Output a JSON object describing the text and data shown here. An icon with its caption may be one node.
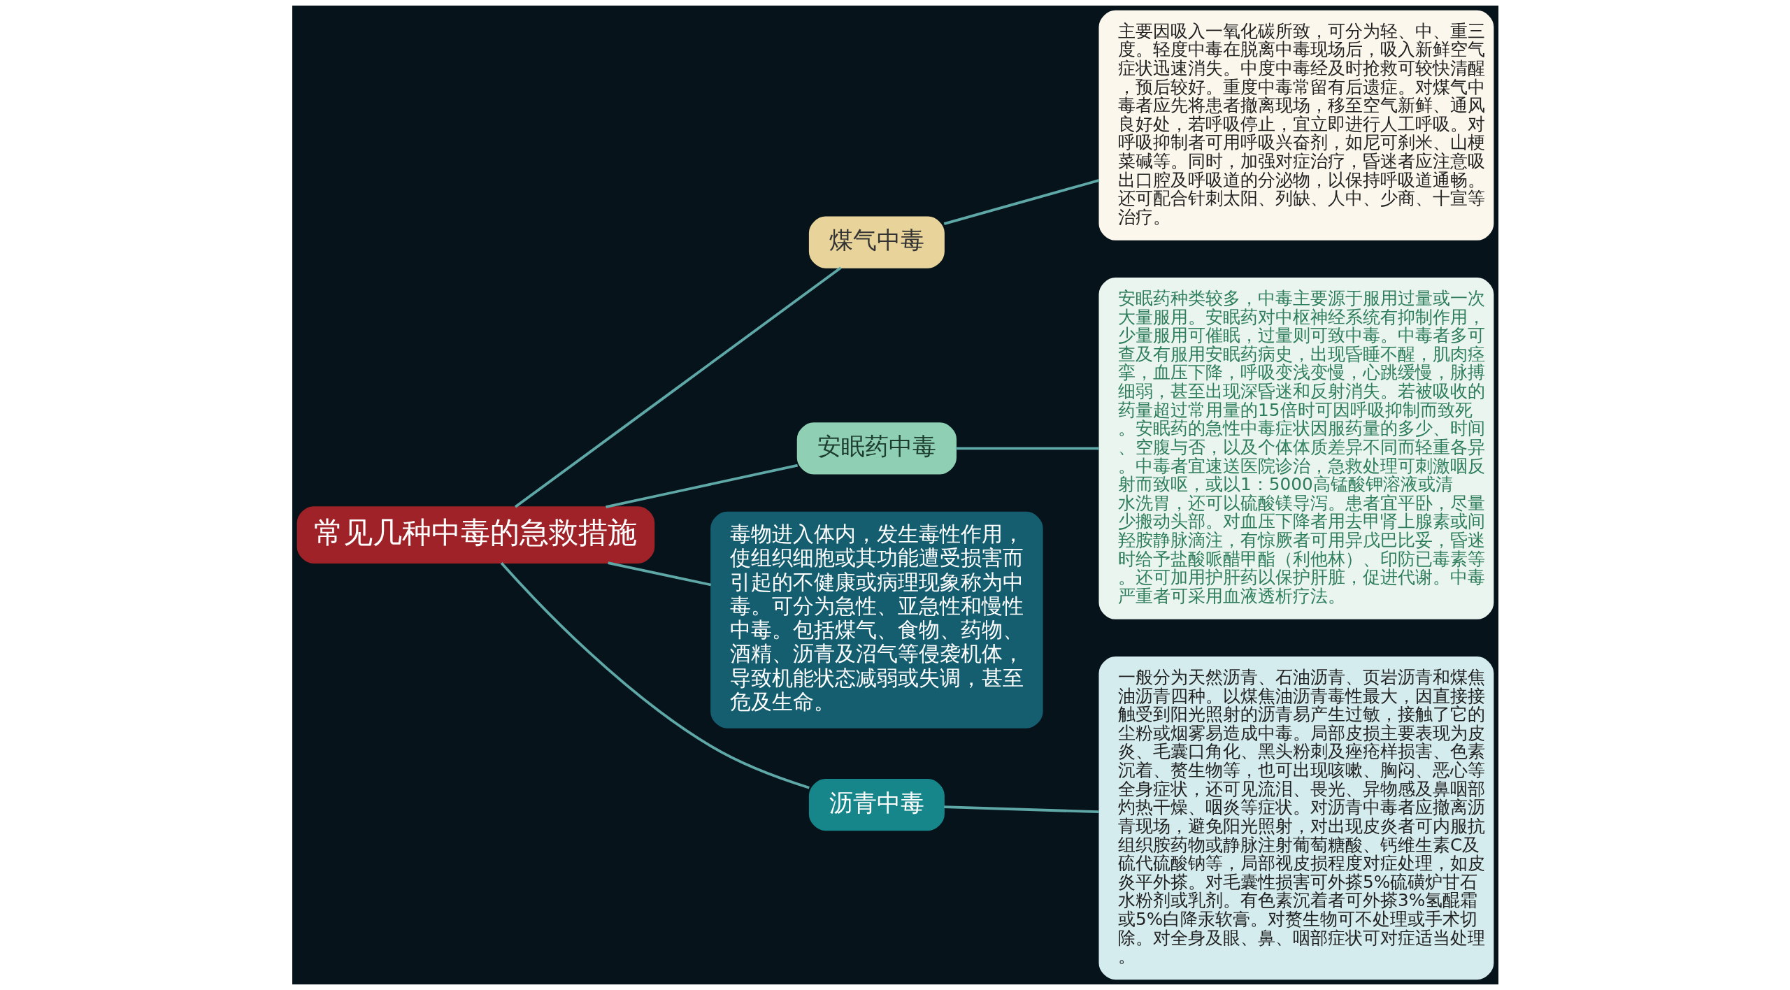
{
  "diagram": {
    "nodes": [
      {
        "text": [
          "常见几种中毒的急救措施"
        ]
      },
      {
        "text": [
          "煤气中毒"
        ]
      },
      {
        "text": [
          "主要因吸入一氧化碳所致，可分为轻、中、重三度。轻度中毒在脱离中毒现场后，吸入新鲜空气症状迅速消失。中度中毒经及时抢救可较快清醒，预后较好。重度中毒常留有后遗症。对煤气中毒者应先将患者撤离现场，移至空气新鲜、通风良好处，若呼吸停止，宜立即进行人工呼吸。对呼吸抑制者可用呼吸兴奋剂，如尼可刹米、山梗菜碱等。同时，加强对症治疗，昏迷者应注意吸出口腔及呼吸道的分泌物，以保持呼吸道通畅。还可配合针刺太阳、列缺、人中、少商、十宣等治疗。"
        ]
      },
      {
        "text": [
          "安眠药中毒"
        ]
      },
      {
        "text": [
          "安眠药种类较多，中毒主要源于服用过量或一次大量服用。安眠药对中枢神经系统有抑制作用，少量服用可催眠，过量则可致中毒。中毒者多可查及有服用安眠药病史，出现昏睡不醒，肌肉痉挛，血压下降，呼吸变浅变慢，心跳缓慢，脉搏细弱，甚至出现深昏迷和反射消失。若被吸收的药量超过常用量的15倍时可因呼吸抑制而致死。安眠药的急性中毒症状因服药量的多少、时间、空腹与否，以及个体体质差异不同而轻重各异。中毒者宜速送医院诊治，急救处理可刺激咽反射而致呕，或以1：5000高锰酸钾溶液或清水洗胃，还可以硫酸镁导泻。患者宜平卧，尽量少搬动头部。对血压下降者用去甲肾上腺素或间羟胺静脉滴注，有惊厥者可用异戊巴比妥，昏迷时给予盐酸哌醋甲酯（利他林）、印防已毒素等。还可加用护肝药以保护肝脏，促进代谢。中毒严重者可采用血液透析疗法。"
        ]
      },
      {
        "text": [
          "毒物进入体内，发生毒性作用，使组织细胞或其功能遭受损害而引起的不健康或病理现象称为中毒。可分为急性、亚急性和慢性中毒。包括煤气、食物、药物、酒精、沥青及沼气等侵袭机体，导致机能状态减弱或失调，甚至危及生命。"
        ]
      },
      {
        "text": [
          "沥青中毒"
        ]
      },
      {
        "text": [
          "一般分为天然沥青、石油沥青、页岩沥青和煤焦油沥青四种。以煤焦油沥青毒性最大，因直接接触受到阳光照射的沥青易产生过敏，接触了它的尘粉或烟雾易造成中毒。局部皮损主要表现为皮炎、毛囊口角化、黑头粉刺及痤疮样损害、色素沉着、赘生物等，也可出现咳嗽、胸闷、恶心等全身症状，还可见流泪、畏光、异物感及鼻咽部灼热干燥、咽炎等症状。对沥青中毒者应撤离沥青现场，避免阳光照射，对出现皮炎者可内服抗组织胺药物或静脉注射葡萄糖酸、钙维生素C及硫代硫酸钠等，局部视皮损程度对症处理，如皮炎平外搽。对毛囊性损害可外搽5%硫磺炉甘石水粉剂或乳剂。有色素沉着者可外搽3%氢醌霜或5%白降汞软膏。对赘生物可不处理或手术切除。对全身及眼、鼻、咽部症状可对症适当处理。"
        ]
      }
    ],
    "edges": [
      {
        "from": 0,
        "to": 1,
        "arrow": "none"
      },
      {
        "from": 1,
        "to": 2,
        "arrow": "none"
      },
      {
        "from": 0,
        "to": 3,
        "arrow": "none"
      },
      {
        "from": 3,
        "to": 4,
        "arrow": "none"
      },
      {
        "from": 0,
        "to": 5,
        "arrow": "none"
      },
      {
        "from": 0,
        "to": 6,
        "arrow": "none"
      },
      {
        "from": 6,
        "to": 7,
        "arrow": "none"
      }
    ]
  }
}
